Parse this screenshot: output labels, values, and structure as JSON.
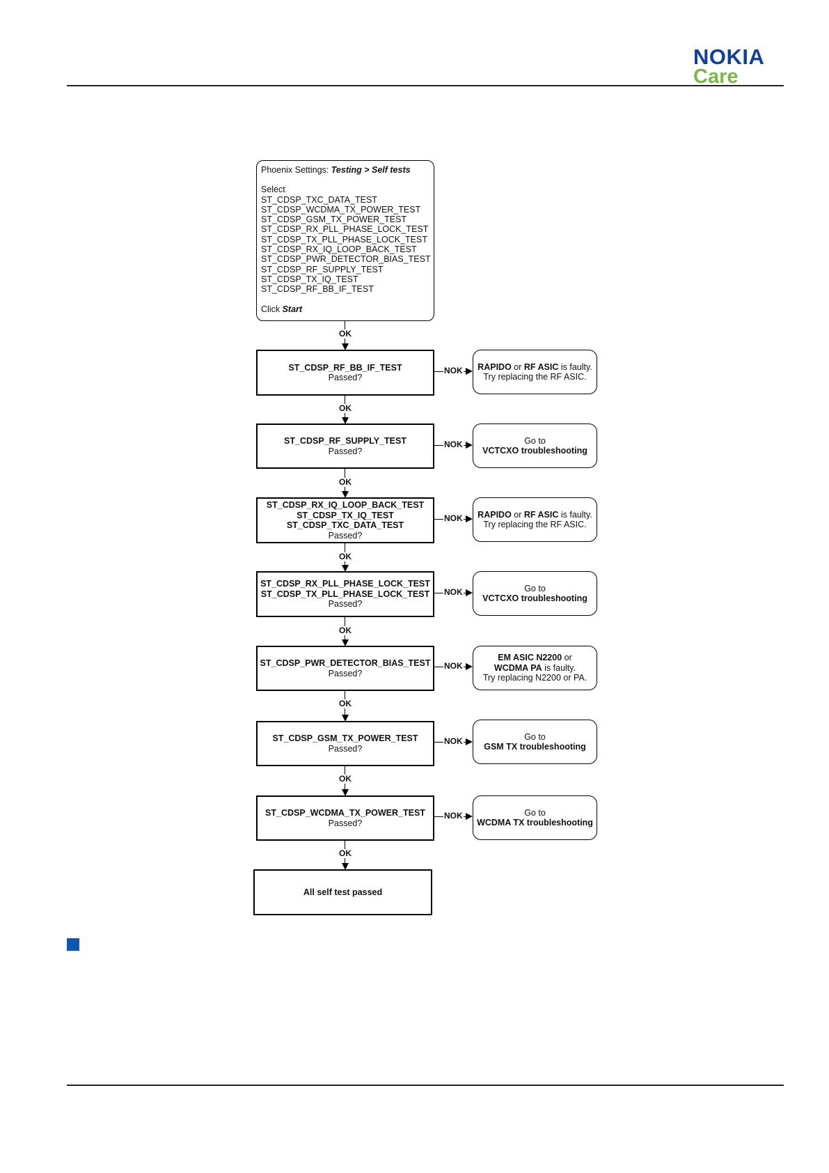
{
  "brand": {
    "name": "NOKIA",
    "sub": "Care"
  },
  "intro": {
    "prefix": "Phoenix Settings: ",
    "path": "Testing > Self tests",
    "select": "Select",
    "tests": [
      "ST_CDSP_TXC_DATA_TEST",
      "ST_CDSP_WCDMA_TX_POWER_TEST",
      "ST_CDSP_GSM_TX_POWER_TEST",
      "ST_CDSP_RX_PLL_PHASE_LOCK_TEST",
      "ST_CDSP_TX_PLL_PHASE_LOCK_TEST",
      "ST_CDSP_RX_IQ_LOOP_BACK_TEST",
      "ST_CDSP_PWR_DETECTOR_BIAS_TEST",
      "ST_CDSP_RF_SUPPLY_TEST",
      "ST_CDSP_TX_IQ_TEST",
      "ST_CDSP_RF_BB_IF_TEST"
    ],
    "click": "Click ",
    "start": "Start"
  },
  "labels": {
    "ok": "OK",
    "nok": "NOK",
    "passed": "Passed?"
  },
  "steps": [
    {
      "tests": [
        "ST_CDSP_RF_BB_IF_TEST"
      ],
      "fail": {
        "b1": "RAPIDO",
        "t1": " or ",
        "b2": "RF ASIC",
        "t2": " is faulty.",
        "l2": "Try replacing the RF ASIC."
      }
    },
    {
      "tests": [
        "ST_CDSP_RF_SUPPLY_TEST"
      ],
      "fail": {
        "goto": "Go to",
        "target": "VCTCXO troubleshooting"
      }
    },
    {
      "tests": [
        "ST_CDSP_RX_IQ_LOOP_BACK_TEST",
        "ST_CDSP_TX_IQ_TEST",
        "ST_CDSP_TXC_DATA_TEST"
      ],
      "fail": {
        "b1": "RAPIDO",
        "t1": " or ",
        "b2": "RF ASIC",
        "t2": " is faulty.",
        "l2": "Try replacing the RF ASIC."
      }
    },
    {
      "tests": [
        "ST_CDSP_RX_PLL_PHASE_LOCK_TEST",
        "ST_CDSP_TX_PLL_PHASE_LOCK_TEST"
      ],
      "fail": {
        "goto": "Go to",
        "target": "VCTCXO troubleshooting"
      }
    },
    {
      "tests": [
        "ST_CDSP_PWR_DETECTOR_BIAS_TEST"
      ],
      "fail": {
        "b1": "EM ASIC N2200",
        "t1": " or",
        "b2": "WCDMA PA",
        "t2": " is faulty.",
        "l3": "Try replacing N2200 or PA."
      }
    },
    {
      "tests": [
        "ST_CDSP_GSM_TX_POWER_TEST"
      ],
      "fail": {
        "goto": "Go to",
        "target": "GSM TX troubleshooting"
      }
    },
    {
      "tests": [
        "ST_CDSP_WCDMA_TX_POWER_TEST"
      ],
      "fail": {
        "goto": "Go to",
        "target": "WCDMA TX troubleshooting"
      }
    }
  ],
  "final": "All self test passed"
}
